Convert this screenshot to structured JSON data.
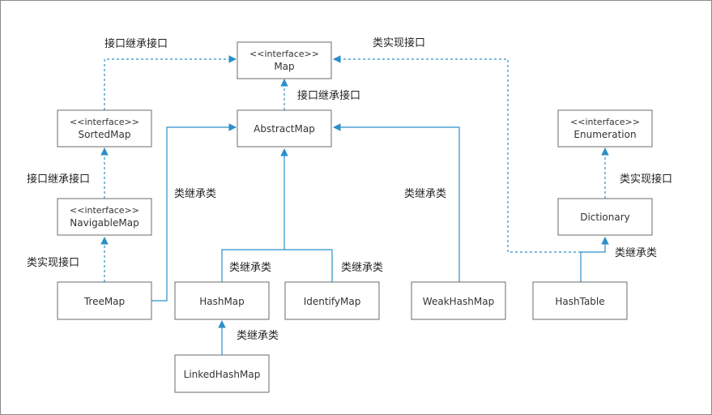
{
  "nodes": [
    {
      "id": "map",
      "stereotype": "<<interface>>",
      "name": "Map"
    },
    {
      "id": "abstractmap",
      "stereotype": "",
      "name": "AbstractMap"
    },
    {
      "id": "sortedmap",
      "stereotype": "<<interface>>",
      "name": "SortedMap"
    },
    {
      "id": "navigablemap",
      "stereotype": "<<interface>>",
      "name": "NavigableMap"
    },
    {
      "id": "treemap",
      "stereotype": "",
      "name": "TreeMap"
    },
    {
      "id": "hashmap",
      "stereotype": "",
      "name": "HashMap"
    },
    {
      "id": "identifymap",
      "stereotype": "",
      "name": "IdentifyMap"
    },
    {
      "id": "weakhashmap",
      "stereotype": "",
      "name": "WeakHashMap"
    },
    {
      "id": "linkedhashmap",
      "stereotype": "",
      "name": "LinkedHashMap"
    },
    {
      "id": "enumeration",
      "stereotype": "<<interface>>",
      "name": "Enumeration"
    },
    {
      "id": "dictionary",
      "stereotype": "",
      "name": "Dictionary"
    },
    {
      "id": "hashtable",
      "stereotype": "",
      "name": "HashTable"
    }
  ],
  "edges": [
    {
      "id": "sortedmap-map",
      "label": "接口继承接口",
      "style": "dashed"
    },
    {
      "id": "abstractmap-map",
      "label": "接口继承接口",
      "style": "dashed"
    },
    {
      "id": "hashtable-map",
      "label": "类实现接口",
      "style": "dashed"
    },
    {
      "id": "navigablemap-sortedmap",
      "label": "接口继承接口",
      "style": "dashed"
    },
    {
      "id": "treemap-navigablemap",
      "label": "类实现接口",
      "style": "dashed"
    },
    {
      "id": "treemap-abstractmap",
      "label": "类继承类",
      "style": "solid"
    },
    {
      "id": "hashmap-abstractmap",
      "label": "类继承类",
      "style": "solid"
    },
    {
      "id": "identifymap-abstractmap",
      "label": "类继承类",
      "style": "solid"
    },
    {
      "id": "weakhashmap-abstractmap",
      "label": "类继承类",
      "style": "solid"
    },
    {
      "id": "linkedhashmap-hashmap",
      "label": "类继承类",
      "style": "solid"
    },
    {
      "id": "dictionary-enumeration",
      "label": "类实现接口",
      "style": "dashed"
    },
    {
      "id": "hashtable-dictionary",
      "label": "类继承类",
      "style": "solid"
    }
  ],
  "colors": {
    "edge": "#2b8fc7",
    "border": "#6b6b6b",
    "text": "#333333"
  }
}
